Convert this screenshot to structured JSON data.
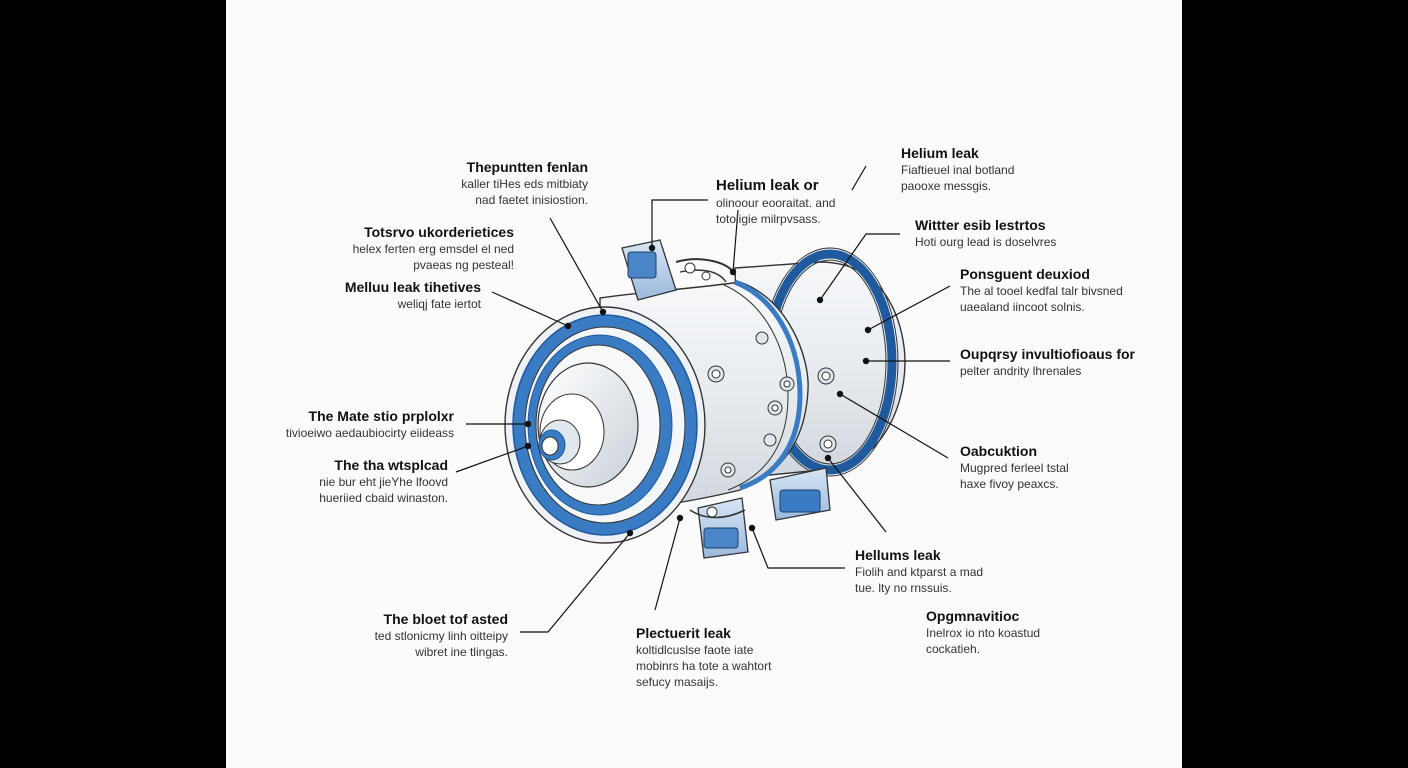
{
  "colors": {
    "accent": "#3a7cc4",
    "accent_dark": "#1f5a9e",
    "body": "#e9edf1",
    "background": "#fbfbfb",
    "frame": "#000000"
  },
  "callouts": {
    "c1": {
      "title": "Thepuntten fenlan",
      "lines": [
        "kaller tiHes eds mitbiaty",
        "nad faetet inisiostion."
      ]
    },
    "c2": {
      "title": "Totsrvo ukorderietices",
      "lines": [
        "helex ferten erg emsdel el ned",
        "pvaeas ng pesteal!"
      ]
    },
    "c3": {
      "title": "Melluu leak tihetives",
      "lines": [
        "weliqj fate iertot"
      ]
    },
    "c4": {
      "title": "The Mate stio prplolxr",
      "lines": [
        "tivioeiwo aedaubiocirty eiideass"
      ]
    },
    "c5": {
      "title": "The tha wtsplcad",
      "lines": [
        "nie bur eht jieYhe lfoovd",
        "hueriied cbaid winaston."
      ]
    },
    "c6": {
      "title": "The bloet tof asted",
      "lines": [
        "ted stlonicmy linh oitteipy",
        "wibret ine tlingas."
      ]
    },
    "c7": {
      "title": "Plectuerit leak",
      "lines": [
        "koltidlcuslse faote iate",
        "mobinrs ha tote a wahtort",
        "sefucy masaijs."
      ]
    },
    "c8": {
      "title": "Helium leak or",
      "lines": [
        "olinoour eooraitat. and",
        "totoligie milrpvsass."
      ]
    },
    "c9": {
      "title": "Helium leak",
      "lines": [
        "Fiaftieuel inal botland",
        "paooxe messgis."
      ]
    },
    "c10": {
      "title": "Wittter esib lestrtos",
      "lines": [
        "Hoti ourg lead is doselvres"
      ]
    },
    "c11": {
      "title": "Ponsguent deuxiod",
      "lines": [
        "The al tooel kedfal talr bivsned",
        "uaealand iincoot solnis."
      ]
    },
    "c12": {
      "title": "Oupqrsy invultiofioaus for",
      "lines": [
        "pelter andrity lhrenales"
      ]
    },
    "c13": {
      "title": "Oabcuktion",
      "lines": [
        "Mugpred ferleel tstal",
        "haxe fivoy peaxcs."
      ]
    },
    "c14": {
      "title": "Hellums leak",
      "lines": [
        "Fiolih and ktparst a mad",
        "tue. lty no rnssuis."
      ]
    },
    "c15": {
      "title": "Opgmnavitioc",
      "lines": [
        "Inelrox io nto koastud",
        "cockatieh."
      ]
    }
  }
}
